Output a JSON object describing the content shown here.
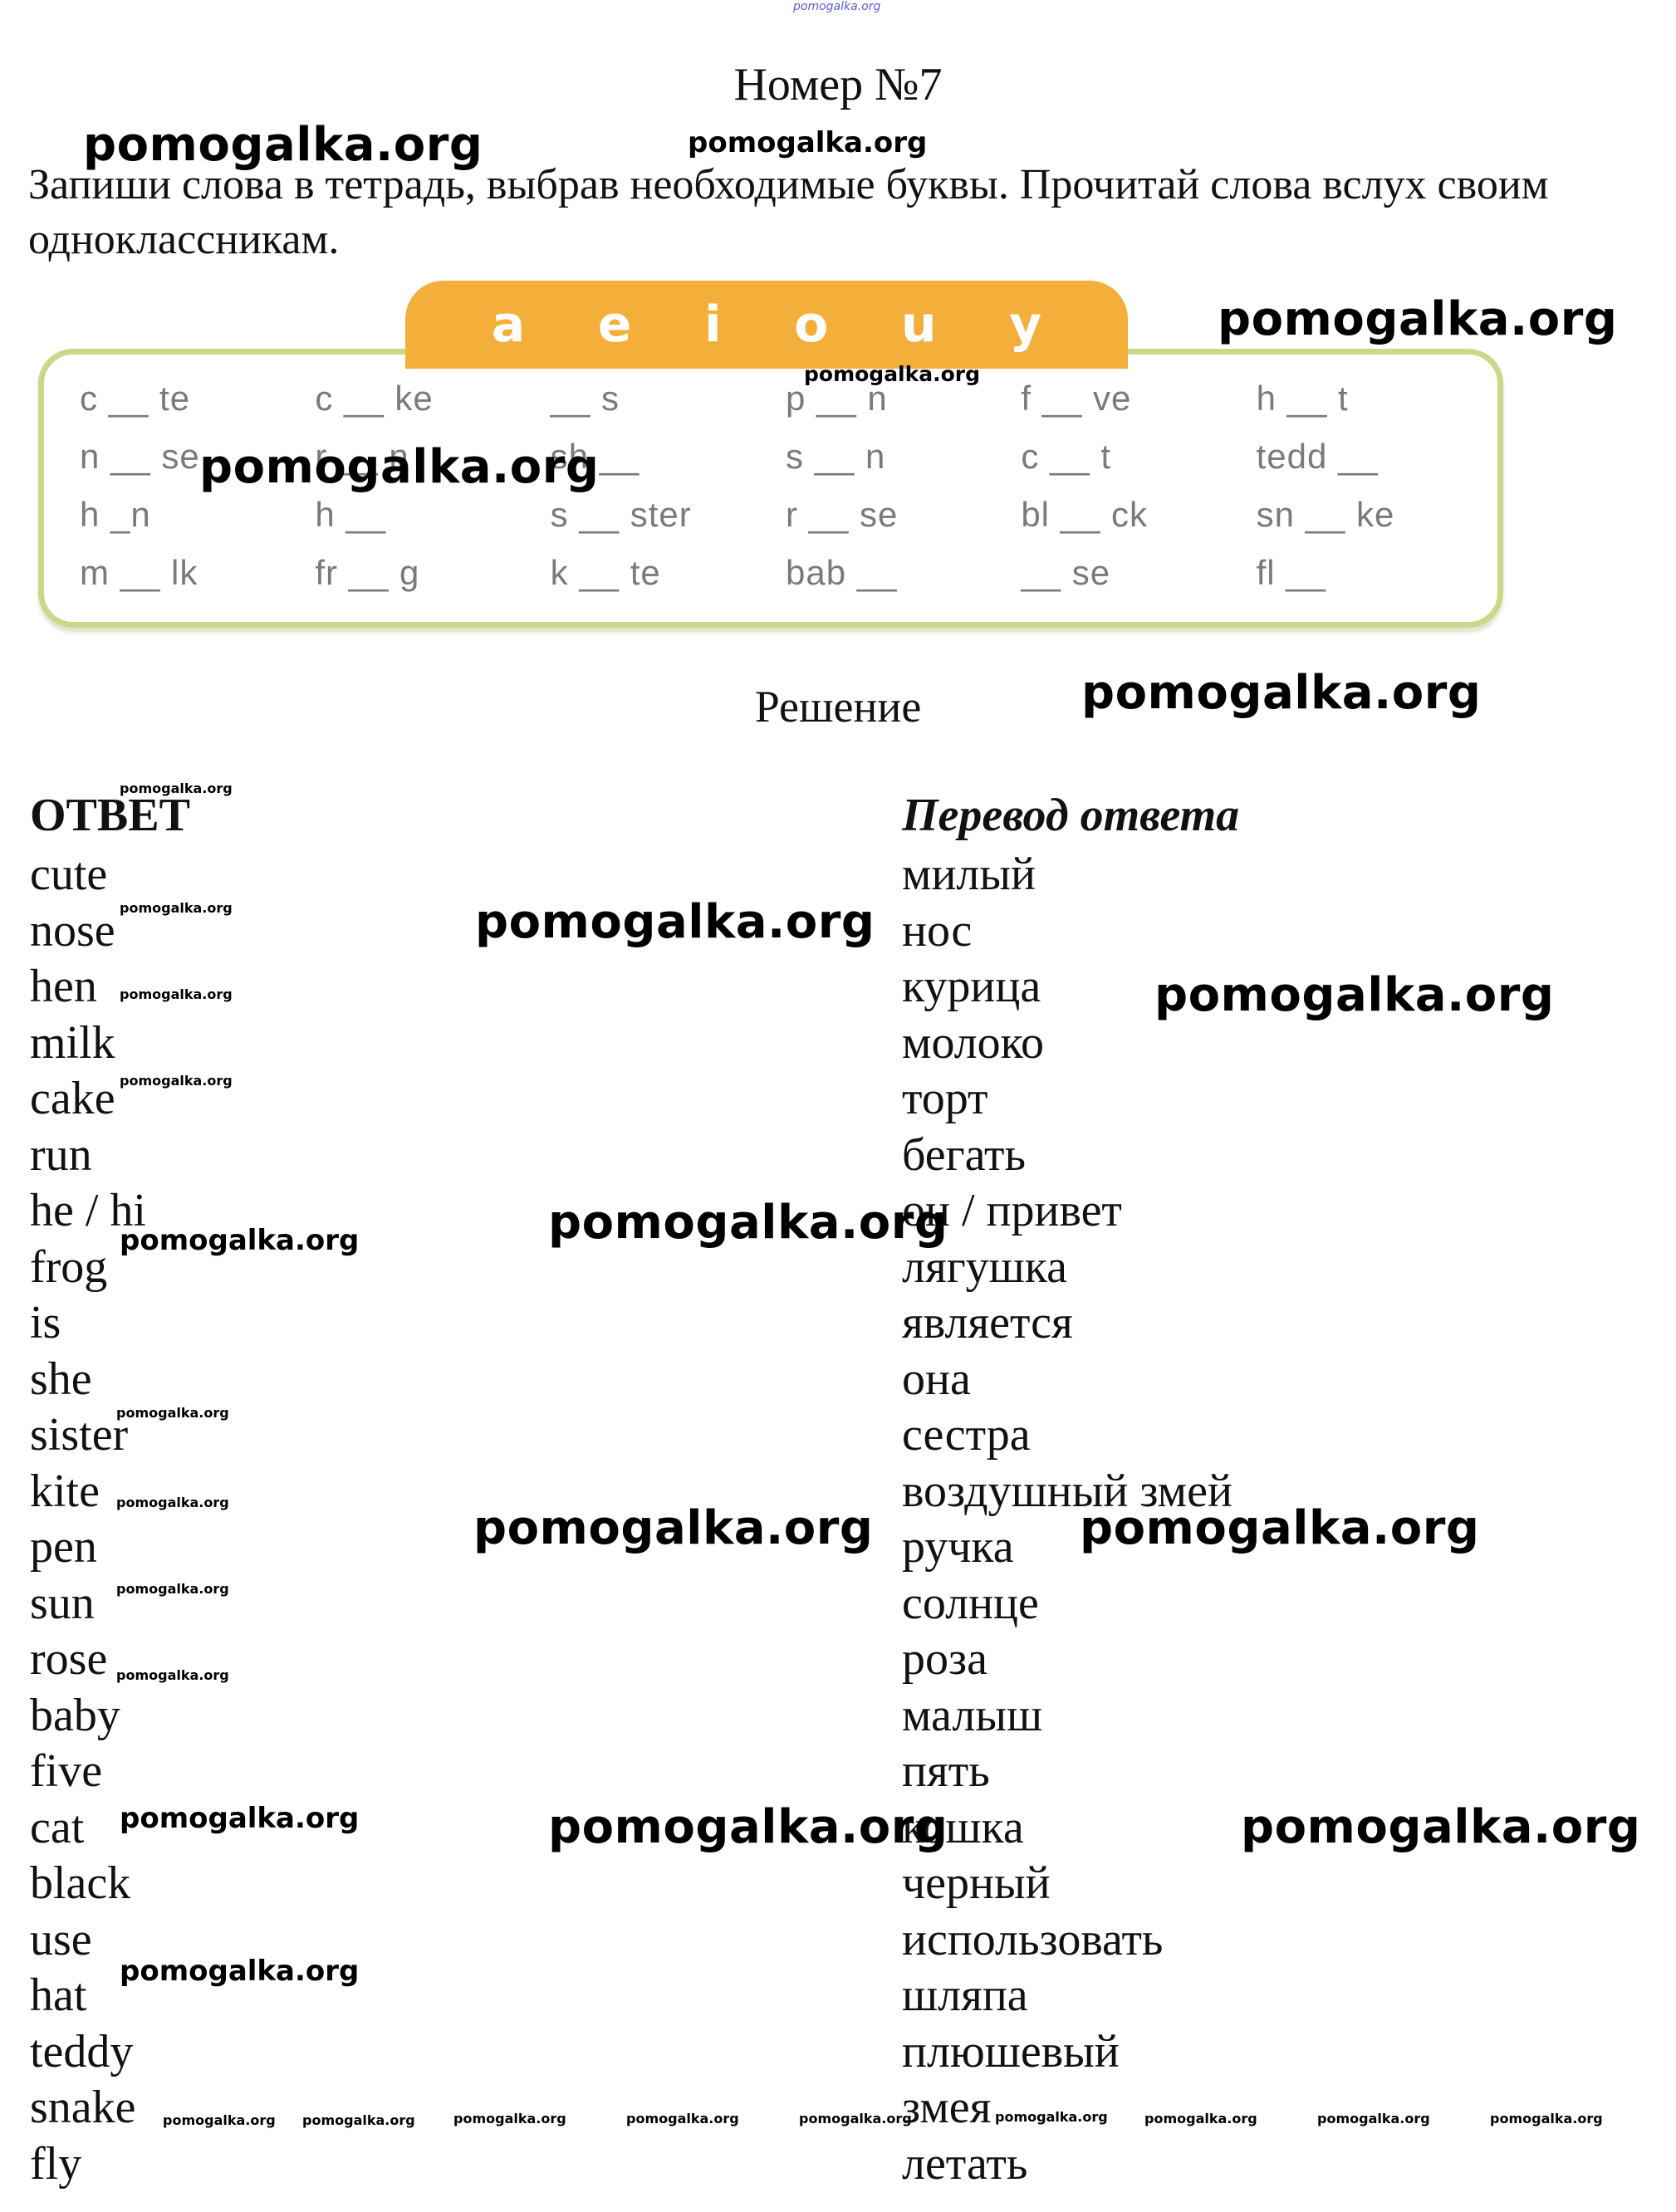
{
  "header": {
    "title": "Номер №7",
    "task": "Запиши слова в тетрадь, выбрав необходимые буквы. Прочитай слова вслух своим одноклассникам."
  },
  "exercise": {
    "vowels": [
      "a",
      "e",
      "i",
      "o",
      "u",
      "y"
    ],
    "rows": [
      [
        "c __ te",
        "c __ ke",
        "__ s",
        "p __ n",
        "f __ ve",
        "h __ t"
      ],
      [
        "n __ se",
        "r __ n",
        "sh __",
        "s __ n",
        "c __ t",
        "tedd __"
      ],
      [
        "h _n",
        "h __",
        "s __ ster",
        "r __ se",
        "bl __ ck",
        "sn __ ke"
      ],
      [
        "m __ lk",
        "fr __ g",
        "k __ te",
        "bab __",
        "__ se",
        "fl __"
      ]
    ],
    "colors": {
      "tab": "#f4ae3a",
      "border": "#c9d98a",
      "letters": "#7a7a7a"
    }
  },
  "solution_heading": "Решение",
  "answer": {
    "heading": "ОТВЕТ",
    "words": [
      "cute",
      "nose",
      "hen",
      "milk",
      "cake",
      "run",
      "he / hi",
      "frog",
      "is",
      "she",
      "sister",
      "kite",
      "pen",
      "sun",
      "rose",
      "baby",
      "five",
      "cat",
      "black",
      "use",
      "hat",
      "teddy",
      "snake",
      "fly"
    ]
  },
  "translation": {
    "heading": "Перевод ответа",
    "words": [
      "милый",
      "нос",
      "курица",
      "молоко",
      "торт",
      "бегать",
      "он / привет",
      "лягушка",
      "является",
      "она",
      "сестра",
      "воздушный змей",
      "ручка",
      "солнце",
      "роза",
      "малыш",
      "пять",
      "кошка",
      "черный",
      "использовать",
      "шляпа",
      "плюшевый",
      "змея",
      "летать"
    ]
  },
  "watermark": "pomogalka.org"
}
